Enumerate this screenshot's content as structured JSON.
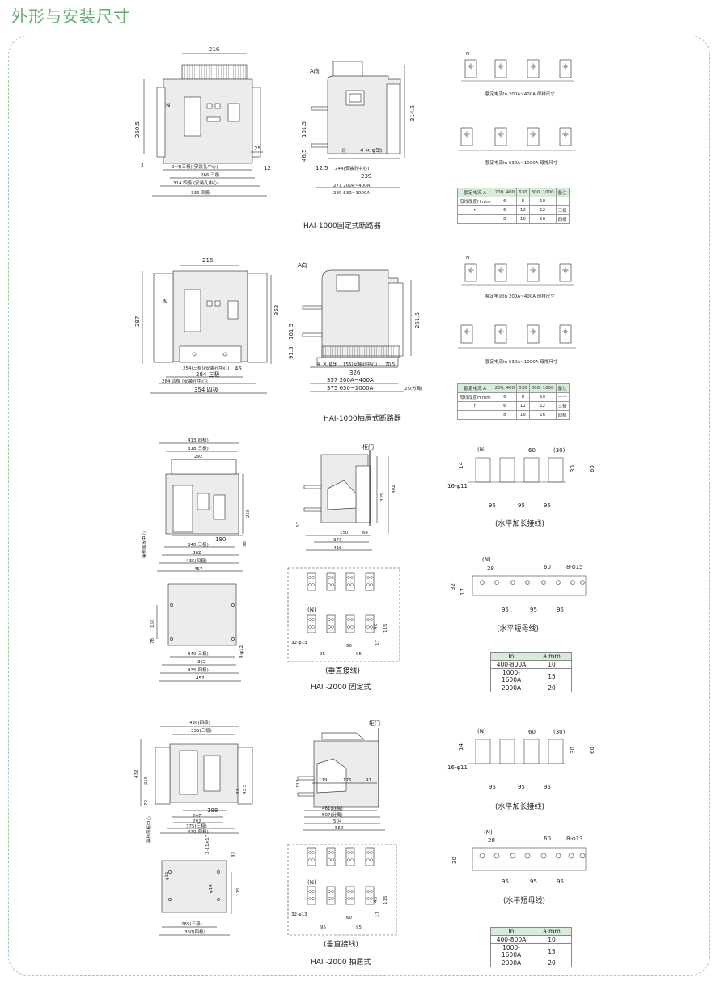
{
  "title": "外形与安装尺寸",
  "captions": {
    "hai1000_fixed": "HAI-1000固定式断路器",
    "hai1000_draw": "HAI-1000抽屉式断路器",
    "hai2000_fixed": "HAI -2000 固定式",
    "hai2000_draw": "HAI -2000 抽屉式"
  },
  "sub_labels": {
    "horiz_long": "(水平加长接线)",
    "horiz_short": "(水平短母线)",
    "vertical": "(垂直接线)",
    "cabinet_door": "柜门",
    "a_dir": "A向"
  },
  "bus_table_1000": {
    "header": [
      "额定电流 A",
      "200, 400",
      "630",
      "800, 1000",
      "备注"
    ],
    "rows": [
      [
        "母线厚度H mm",
        "6",
        "8",
        "10",
        "——"
      ],
      [
        "n",
        "6",
        "12",
        "12",
        "三极"
      ],
      [
        "",
        "8",
        "16",
        "16",
        "四极"
      ]
    ]
  },
  "bus_table_1000_draw": {
    "header": [
      "额定电流 A",
      "200, 400",
      "630",
      "800, 1000",
      "备注"
    ],
    "rows": [
      [
        "母线厚度H mm",
        "6",
        "8",
        "10",
        "——"
      ],
      [
        "n",
        "6",
        "12",
        "12",
        "三极"
      ],
      [
        "",
        "8",
        "16",
        "16",
        "四极"
      ]
    ]
  },
  "a_table_2000_fixed": {
    "header": [
      "In",
      "a mm"
    ],
    "rows": [
      [
        "400-800A",
        "10"
      ],
      [
        "1000-1600A",
        "15"
      ],
      [
        "2000A",
        "20"
      ]
    ]
  },
  "a_table_2000_draw": {
    "header": [
      "In",
      "a mm"
    ],
    "rows": [
      [
        "400-800A",
        "10"
      ],
      [
        "1000-1600A",
        "15"
      ],
      [
        "2000A",
        "20"
      ]
    ]
  },
  "colors": {
    "accent": "#5fae6b",
    "frame": "#9ccfa3",
    "header_fill": "#d6ecd9",
    "drawing_fill": "#ececec"
  },
  "dims": {
    "f1_front": [
      "216",
      "250.5",
      "25",
      "12",
      "244(三极)(安装孔中心)",
      "266  三极",
      "314  四极  (安装孔中心)",
      "336  四极",
      "3"
    ],
    "f1_side": [
      "A向",
      "314.5",
      "101.5",
      "46.5",
      "4 × φ9",
      "12.5",
      "244(安装孔中心)",
      "239",
      "271  200A~400A",
      "289  630~1000A"
    ],
    "f1_bus_a": "额定电流In  200A~400A  母排尺寸",
    "f1_bus_b": "额定电流In  630A~1000A  母排尺寸",
    "f2_front": [
      "216",
      "297",
      "362",
      "45",
      "254(三极)(安装孔中心)",
      "284  三极",
      "264  四极  (安装孔中心)",
      "354  四极"
    ],
    "f2_side": [
      "A向",
      "251.5",
      "101.5",
      "91.5",
      "4 × φ9",
      "156(安装孔中心)",
      "70.5",
      "326",
      "357  200A~400A",
      "375  630~1000A",
      "25(分离)"
    ],
    "f3_front": [
      "413(四极)",
      "318(三极)",
      "292",
      "258",
      "180",
      "340(三极)",
      "362",
      "435(四极)",
      "457",
      "30",
      "操作面板中心"
    ],
    "f3_side": [
      "402",
      "335",
      "150",
      "64",
      "373",
      "416",
      "57"
    ],
    "f3_mount": [
      "150",
      "78",
      "4-φ12",
      "340(三极)",
      "362",
      "435(四极)",
      "457"
    ],
    "f3_vert": [
      "(N)",
      "32-φ13",
      "40",
      "115",
      "60",
      "17",
      "95",
      "95"
    ],
    "f3_long": [
      "(N)",
      "60",
      "(30)",
      "14",
      "30",
      "60",
      "16-φ11",
      "95",
      "95",
      "95"
    ],
    "f3_short": [
      "(N)",
      "28",
      "60",
      "8-φ15",
      "32",
      "17",
      "95",
      "95",
      "95"
    ],
    "f4_front": [
      "430(四极)",
      "335(三极)",
      "432",
      "258",
      "70",
      "37",
      "43.5",
      "188",
      "247",
      "292",
      "375(三极)",
      "470(四极)",
      "操作面板中心"
    ],
    "f4_side": [
      "179",
      "175",
      "97",
      "112",
      "461(连接)",
      "507(分离)",
      "504",
      "550"
    ],
    "f4_mount": [
      "2-11×17",
      "33",
      "φ11",
      "φ14",
      "175",
      "265(三极)",
      "360(四极)"
    ],
    "f4_vert": [
      "(N)",
      "32-φ13",
      "40",
      "115",
      "60",
      "17",
      "95",
      "95"
    ],
    "f4_long": [
      "(N)",
      "60",
      "(30)",
      "14",
      "30",
      "60",
      "16-φ11",
      "95",
      "95",
      "95"
    ],
    "f4_short": [
      "(N)",
      "28",
      "60",
      "8-φ13",
      "30",
      "95",
      "95",
      "95"
    ]
  }
}
